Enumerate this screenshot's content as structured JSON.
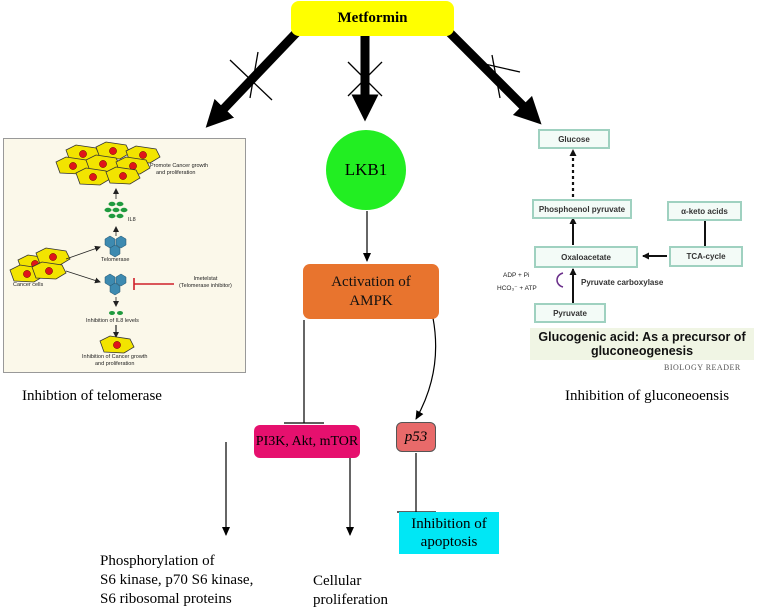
{
  "nodes": {
    "metformin": "Metformin",
    "lkb1": "LKB1",
    "ampk_line1": "Activation of",
    "ampk_line2": "AMPK",
    "pi3k": "PI3K, Akt, mTOR",
    "p53": "p53",
    "apoptosis_line1": "Inhibition of",
    "apoptosis_line2": "apoptosis"
  },
  "captions": {
    "telomerase": "Inhibtion of telomerase",
    "gluconeogenesis": "Inhibition of gluconeoensis",
    "phospho_line1": "Phosphorylation of",
    "phospho_line2": "S6 kinase, p70 S6 kinase,",
    "phospho_line3": "S6 ribosomal proteins",
    "prolif_line1": "Cellular",
    "prolif_line2": "proliferation"
  },
  "telomerase_panel": {
    "promote_line1": "Promote Cancer growth",
    "promote_line2": "and proliferation",
    "il8": "IL8",
    "telomerase": "Telomerase",
    "cancer_cells": "Cancer cells",
    "imetelstat_line1": "Imetelstat",
    "imetelstat_line2": "(Telomerase inhibitor)",
    "inhibition_il8": "Inhibition of IL8 levels",
    "inhibition_growth_line1": "Inhibition of Cancer growth",
    "inhibition_growth_line2": "and proliferation"
  },
  "gluconeogenesis_panel": {
    "glucose": "Glucose",
    "pep": "Phosphoenol pyruvate",
    "keto": "α-keto acids",
    "oxaloacetate": "Oxaloacetate",
    "tca": "TCA-cycle",
    "adp": "ADP + Pi",
    "hco3": "HCO₃⁻ + ATP",
    "carboxylase": "Pyruvate carboxylase",
    "pyruvate": "Pyruvate",
    "banner_line1": "Glucogenic acid: As a precursor of",
    "banner_line2": "gluconeogenesis",
    "watermark": "BIOLOGY READER"
  },
  "colors": {
    "metformin": "#ffff00",
    "lkb1": "#22ee22",
    "ampk": "#e8742e",
    "pi3k": "#e6106e",
    "p53": "#e86a6a",
    "apoptosis": "#00e7f5"
  }
}
